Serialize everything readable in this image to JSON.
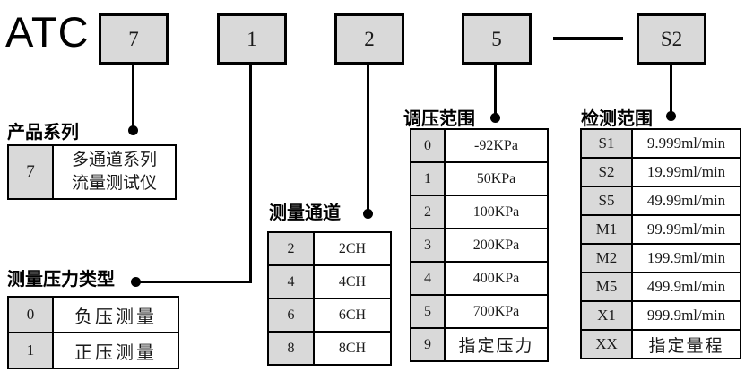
{
  "brand": "ATC",
  "colors": {
    "box_fill": "#d9d9d9",
    "line": "#000000",
    "background": "#ffffff"
  },
  "code_boxes": [
    {
      "value": "7"
    },
    {
      "value": "1"
    },
    {
      "value": "2"
    },
    {
      "value": "5"
    },
    {
      "value": "S2"
    }
  ],
  "sections": {
    "product_series": {
      "title": "产品系列",
      "rows": [
        {
          "code": "7",
          "value": "多通道系列\n流量测试仪"
        }
      ]
    },
    "pressure_type": {
      "title": "测量压力类型",
      "rows": [
        {
          "code": "0",
          "value": "负压测量"
        },
        {
          "code": "1",
          "value": "正压测量"
        }
      ]
    },
    "channels": {
      "title": "测量通道",
      "rows": [
        {
          "code": "2",
          "value": "2CH"
        },
        {
          "code": "4",
          "value": "4CH"
        },
        {
          "code": "6",
          "value": "6CH"
        },
        {
          "code": "8",
          "value": "8CH"
        }
      ]
    },
    "pressure_range": {
      "title": "调压范围",
      "rows": [
        {
          "code": "0",
          "value": "-92KPa"
        },
        {
          "code": "1",
          "value": "50KPa"
        },
        {
          "code": "2",
          "value": "100KPa"
        },
        {
          "code": "3",
          "value": "200KPa"
        },
        {
          "code": "4",
          "value": "400KPa"
        },
        {
          "code": "5",
          "value": "700KPa"
        },
        {
          "code": "9",
          "value": "指定压力"
        }
      ]
    },
    "detect_range": {
      "title": "检测范围",
      "rows": [
        {
          "code": "S1",
          "value": "9.999ml/min"
        },
        {
          "code": "S2",
          "value": "19.99ml/min"
        },
        {
          "code": "S5",
          "value": "49.99ml/min"
        },
        {
          "code": "M1",
          "value": "99.99ml/min"
        },
        {
          "code": "M2",
          "value": "199.9ml/min"
        },
        {
          "code": "M5",
          "value": "499.9ml/min"
        },
        {
          "code": "X1",
          "value": "999.9ml/min"
        },
        {
          "code": "XX",
          "value": "指定量程"
        }
      ]
    }
  }
}
